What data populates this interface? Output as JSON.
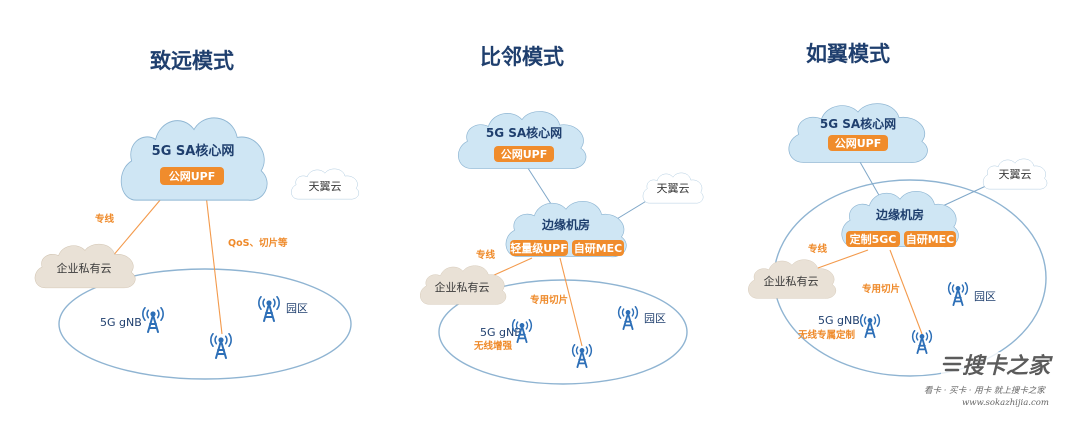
{
  "panels": [
    {
      "title": "致远模式",
      "core_cloud": "5G SA核心网",
      "core_tag": "公网UPF",
      "tianyi_cloud": "天翼云",
      "enterprise_cloud": "企业私有云",
      "link_label": "专线",
      "slice_label": "QoS、切片等",
      "gnb_label": "5G gNB",
      "park_label": "园区"
    },
    {
      "title": "比邻模式",
      "core_cloud": "5G SA核心网",
      "core_tag": "公网UPF",
      "tianyi_cloud": "天翼云",
      "edge_cloud": "边缘机房",
      "edge_tag_1": "轻量级UPF",
      "edge_tag_2": "自研MEC",
      "enterprise_cloud": "企业私有云",
      "link_label": "专线",
      "slice_label": "专用切片",
      "gnb_label": "5G gNB",
      "gnb_sub": "无线增强",
      "park_label": "园区"
    },
    {
      "title": "如翼模式",
      "core_cloud": "5G SA核心网",
      "core_tag": "公网UPF",
      "tianyi_cloud": "天翼云",
      "edge_cloud": "边缘机房",
      "edge_tag_1": "定制5GC",
      "edge_tag_2": "自研MEC",
      "enterprise_cloud": "企业私有云",
      "link_label": "专线",
      "slice_label": "专用切片",
      "gnb_label": "5G gNB",
      "gnb_sub": "无线专属定制",
      "park_label": "园区"
    }
  ],
  "watermark": {
    "logo_text": "搜卡之家",
    "tagline": "看卡 · 买卡 · 用卡 就上搜卡之家",
    "url": "www.sokazhijia.com"
  },
  "colors": {
    "accent_orange": "#f08c2c",
    "title_navy": "#1f3f6e",
    "cloud_blue": "#cfe6f4"
  }
}
